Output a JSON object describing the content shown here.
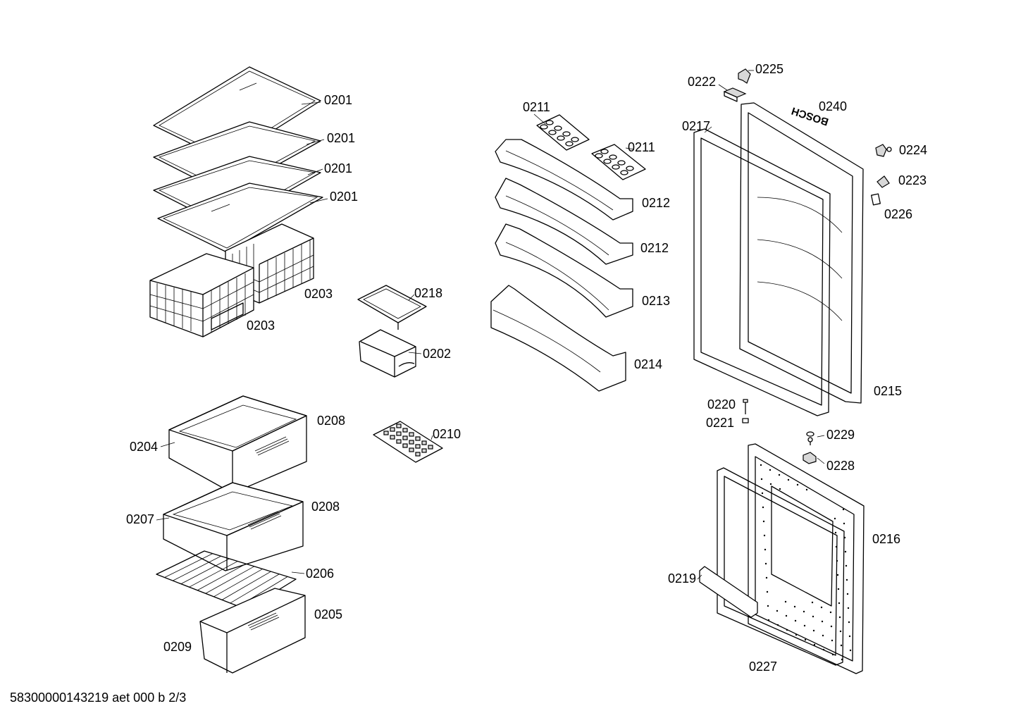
{
  "brand_mark": "BOSCH",
  "footer": "58300000143219 aet 000 b 2/3",
  "labels": {
    "l0201a": "0201",
    "l0201b": "0201",
    "l0201c": "0201",
    "l0201d": "0201",
    "l0203a": "0203",
    "l0203b": "0203",
    "l0218": "0218",
    "l0202": "0202",
    "l0210": "0210",
    "l0204": "0204",
    "l0208a": "0208",
    "l0207": "0207",
    "l0208b": "0208",
    "l0206": "0206",
    "l0205": "0205",
    "l0209": "0209",
    "l0211a": "0211",
    "l0211b": "0211",
    "l0212a": "0212",
    "l0212b": "0212",
    "l0213": "0213",
    "l0214": "0214",
    "l0222": "0222",
    "l0225": "0225",
    "l0240": "0240",
    "l0217": "0217",
    "l0224": "0224",
    "l0223": "0223",
    "l0226": "0226",
    "l0215": "0215",
    "l0220": "0220",
    "l0221": "0221",
    "l0229": "0229",
    "l0228": "0228",
    "l0216": "0216",
    "l0219": "0219",
    "l0227": "0227"
  }
}
